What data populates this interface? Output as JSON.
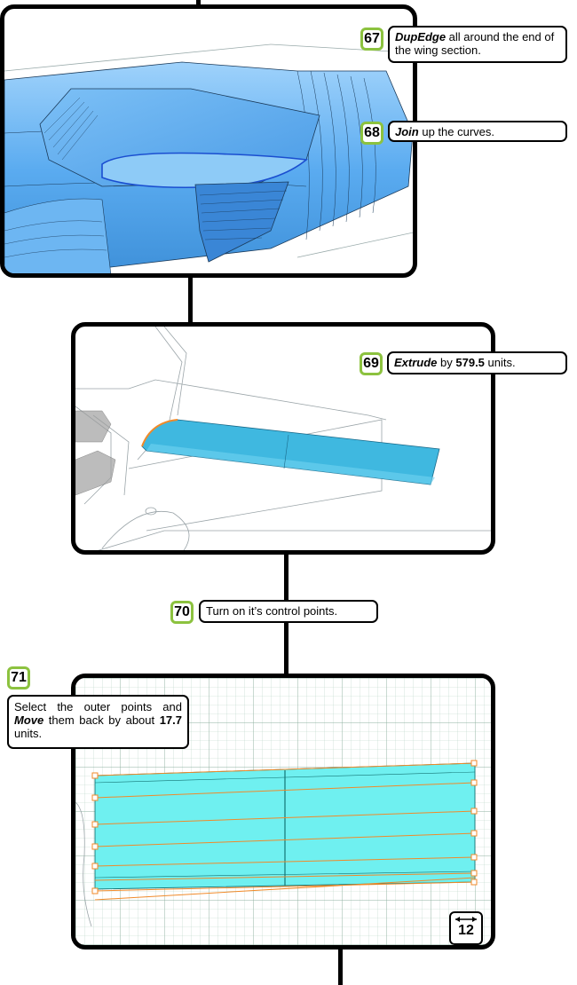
{
  "steps": [
    {
      "number": "67",
      "parts": [
        {
          "text": "DupEdge",
          "style": "bi"
        },
        {
          "text": " all around the end of the wing section.",
          "style": "n"
        }
      ]
    },
    {
      "number": "68",
      "parts": [
        {
          "text": "Join",
          "style": "bi"
        },
        {
          "text": " up the curves.",
          "style": "n"
        }
      ]
    },
    {
      "number": "69",
      "parts": [
        {
          "text": "Extrude",
          "style": "bi"
        },
        {
          "text": " by ",
          "style": "n"
        },
        {
          "text": "579.5",
          "style": "b"
        },
        {
          "text": " units.",
          "style": "n"
        }
      ]
    },
    {
      "number": "70",
      "parts": [
        {
          "text": "Turn on it’s control points.",
          "style": "n"
        }
      ]
    },
    {
      "number": "71",
      "parts": [
        {
          "text": "Select the outer points and ",
          "style": "n"
        },
        {
          "text": "Move",
          "style": "bi"
        },
        {
          "text": " them back by about ",
          "style": "n"
        },
        {
          "text": "17.7",
          "style": "b"
        },
        {
          "text": " units.",
          "style": "n"
        }
      ]
    }
  ],
  "page_number": "12",
  "colors": {
    "accent_green": "#8cc23f",
    "wing_blue": "#5aabf0",
    "extrude_cyan": "#3fb8e0",
    "grid_cyan": "#6ff0f0",
    "control_orange": "#f08a2a"
  }
}
